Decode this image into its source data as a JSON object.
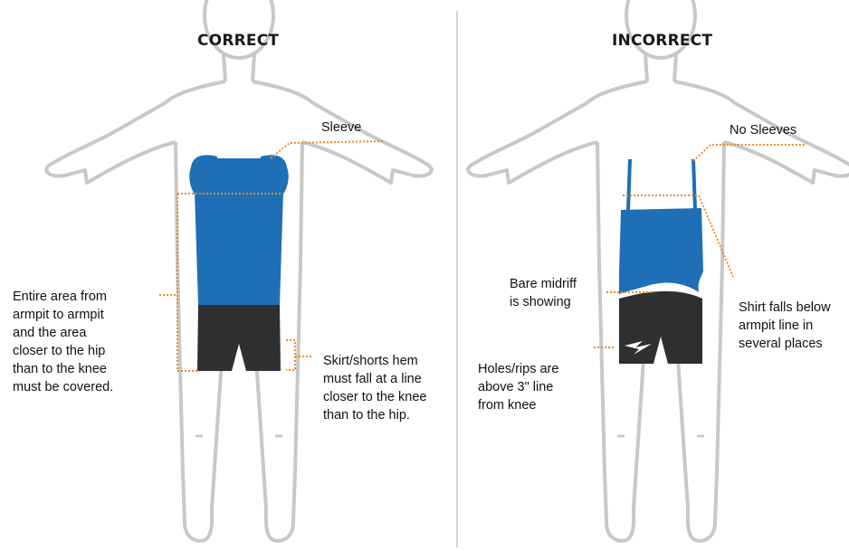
{
  "colors": {
    "background": "#ffffff",
    "body_outline": "#c8c8c8",
    "garment_top": "#1f6fb6",
    "garment_bottom": "#2e2f31",
    "leader_line": "#f08a24",
    "divider": "#c8c8c8"
  },
  "correct": {
    "heading": "CORRECT",
    "labels": {
      "sleeve": "Sleeve",
      "coverage": "Entire area from\narmpit to armpit\nand the area\ncloser to the hip\nthan to the knee\nmust be covered.",
      "hem": "Skirt/shorts hem\nmust fall at a line\ncloser to the knee\nthan to the hip."
    }
  },
  "incorrect": {
    "heading": "INCORRECT",
    "labels": {
      "no_sleeves": "No Sleeves",
      "midriff": "Bare midriff\nis showing",
      "armpit": "Shirt falls below\narmpit line in\nseveral places",
      "holes": "Holes/rips are\nabove 3\" line\nfrom knee"
    }
  }
}
